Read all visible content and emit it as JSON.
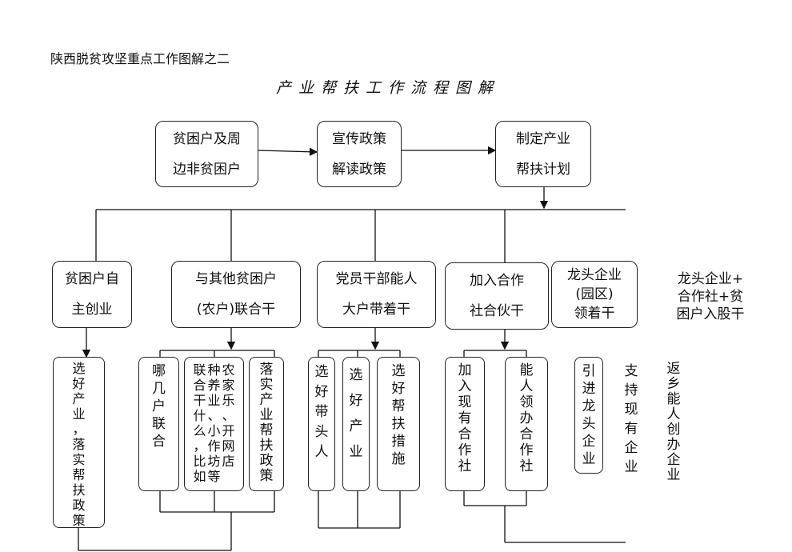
{
  "header": {
    "title": "陕西脱贫攻坚重点工作图解之二",
    "subtitle": "产业帮扶工作流程图解"
  },
  "flow": {
    "step1": "贫困户及周\n边非贫困户",
    "step2": "宣传政策\n解读政策",
    "step3": "制定产业\n帮扶计划"
  },
  "modes": {
    "m1": "贫困户自\n主创业",
    "m2": "与其他贫困户\n(农户)联合干",
    "m3": "党员干部能人\n大户带着干",
    "m4": "加入合作\n社合伙干",
    "m5": "龙头企业\n(园区)\n领着干",
    "m6": "龙头企业+\n合作社+贫\n困户入股干"
  },
  "details": {
    "d1": "选\n好\n产\n业\n，\n落\n实\n帮\n扶\n政\n策",
    "d2a": "哪\n几\n户\n联\n合",
    "d2b_col1": "种\n养\n业\n、\n小\n作\n坊\n等",
    "d2b_col2": "农\n家\n乐\n、\n开\n网\n店",
    "d2b_col3": "联\n合\n干\n什\n么\n，\n比\n如",
    "d2c": "落\n实\n产\n业\n帮\n扶\n政\n策",
    "d3a": "选\n好\n带\n头\n人",
    "d3b": "选\n好\n产\n业",
    "d3c": "选\n好\n帮\n扶\n措\n施",
    "d4a": "加\n入\n现\n有\n合\n作\n社",
    "d4b": "能\n人\n领\n办\n合\n作\n社",
    "d5": "引\n进\n龙\n头\n企\n业",
    "d6a": "支\n持\n现\n有\n企\n业",
    "d6b": "返\n乡\n能\n人\n创\n办\n企\n业"
  }
}
